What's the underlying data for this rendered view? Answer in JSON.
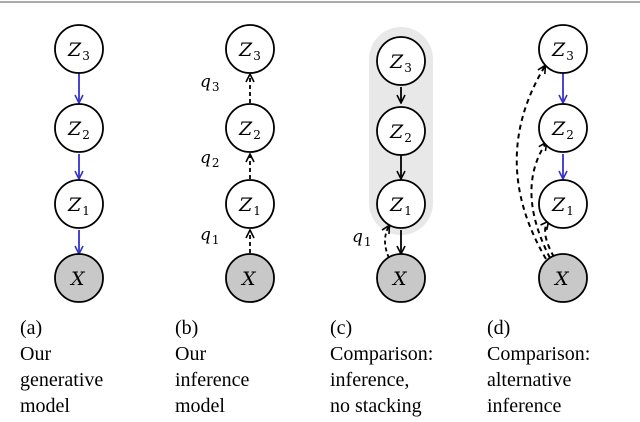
{
  "colors": {
    "generative_edge": "#3333cc",
    "inference_edge": "#000000",
    "observed_fill": "#c8c8c8",
    "latent_fill": "#ffffff",
    "group_fill": "#e8e8e8"
  },
  "panels": [
    {
      "id": "a",
      "nodes": [
        {
          "id": "z3",
          "base": "Z",
          "sub": "3"
        },
        {
          "id": "z2",
          "base": "Z",
          "sub": "2"
        },
        {
          "id": "z1",
          "base": "Z",
          "sub": "1"
        },
        {
          "id": "x",
          "base": "X",
          "sub": ""
        }
      ],
      "edge_labels": [],
      "caption": [
        "(a)",
        "Our",
        "generative",
        "model"
      ]
    },
    {
      "id": "b",
      "nodes": [
        {
          "id": "z3",
          "base": "Z",
          "sub": "3"
        },
        {
          "id": "z2",
          "base": "Z",
          "sub": "2"
        },
        {
          "id": "z1",
          "base": "Z",
          "sub": "1"
        },
        {
          "id": "x",
          "base": "X",
          "sub": ""
        }
      ],
      "edge_labels": [
        {
          "base": "q",
          "sub": "3"
        },
        {
          "base": "q",
          "sub": "2"
        },
        {
          "base": "q",
          "sub": "1"
        }
      ],
      "caption": [
        "(b)",
        "Our",
        "inference",
        "model"
      ]
    },
    {
      "id": "c",
      "nodes": [
        {
          "id": "z3",
          "base": "Z",
          "sub": "3"
        },
        {
          "id": "z2",
          "base": "Z",
          "sub": "2"
        },
        {
          "id": "z1",
          "base": "Z",
          "sub": "1"
        },
        {
          "id": "x",
          "base": "X",
          "sub": ""
        }
      ],
      "edge_labels": [
        {
          "base": "q",
          "sub": "1"
        }
      ],
      "caption": [
        "(c)",
        "Comparison:",
        "inference,",
        "no stacking"
      ]
    },
    {
      "id": "d",
      "nodes": [
        {
          "id": "z3",
          "base": "Z",
          "sub": "3"
        },
        {
          "id": "z2",
          "base": "Z",
          "sub": "2"
        },
        {
          "id": "z1",
          "base": "Z",
          "sub": "1"
        },
        {
          "id": "x",
          "base": "X",
          "sub": ""
        }
      ],
      "edge_labels": [],
      "caption": [
        "(d)",
        "Comparison:",
        "alternative",
        "inference"
      ]
    }
  ]
}
